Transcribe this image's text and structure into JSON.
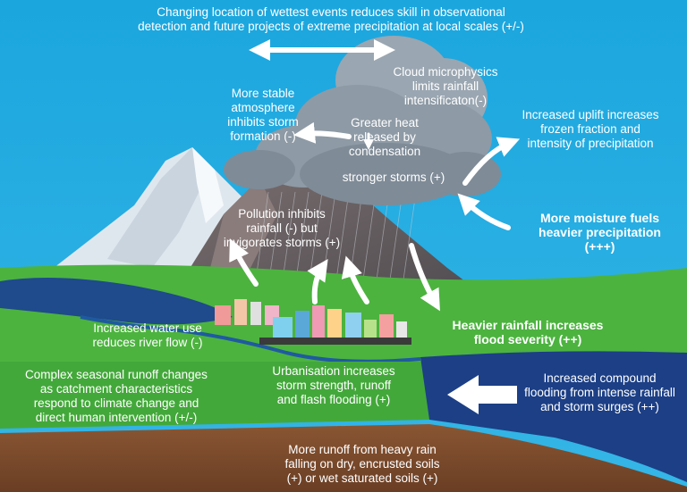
{
  "labels": {
    "top_banner": "Changing location of wettest events reduces skill in observational\ndetection and future projects of extreme precipitation at local scales (+/-)",
    "cloud_microphysics": "Cloud microphysics\nlimits rainfall\nintensificaton(-)",
    "stable_atmosphere": "More stable\natmosphere\ninhibits storm\nformation (-)",
    "greater_heat": "Greater heat\nreleased by\ncondensation",
    "stronger_storms": "stronger storms (+)",
    "increased_uplift": "Increased uplift increases\nfrozen fraction and\nintensity of precipitation",
    "more_moisture": "More moisture fuels\nheavier precipitation\n(+++)",
    "pollution": "Pollution inhibits\nrainfall (-) but\ninvigorates storms (+)",
    "heavier_rainfall": "Heavier rainfall increases\nflood severity (++)",
    "water_use": "Increased water use\nreduces river flow (-)",
    "urbanisation": "Urbanisation increases\nstorm strength, runoff\nand flash flooding (+)",
    "seasonal_runoff": "Complex seasonal runoff changes\nas catchment characteristics\nrespond to climate change and\ndirect human intervention (+/-)",
    "compound_flooding": "Increased compound\nflooding from intense rainfall\nand storm surges (++)",
    "runoff_soils": "More runoff from heavy rain\nfalling on dry, encrusted soils\n(+) or wet saturated soils (+)"
  },
  "colors": {
    "sky": "#1ba6de",
    "cloud": "#8e9aa5",
    "mountain_snow": "#eef2f6",
    "mountain_rock": "#6b6567",
    "grass": "#4cb33f",
    "river": "#1f4a8c",
    "sea": "#1c3f86",
    "soil": "#7a4a2c",
    "arrow": "#ffffff"
  }
}
